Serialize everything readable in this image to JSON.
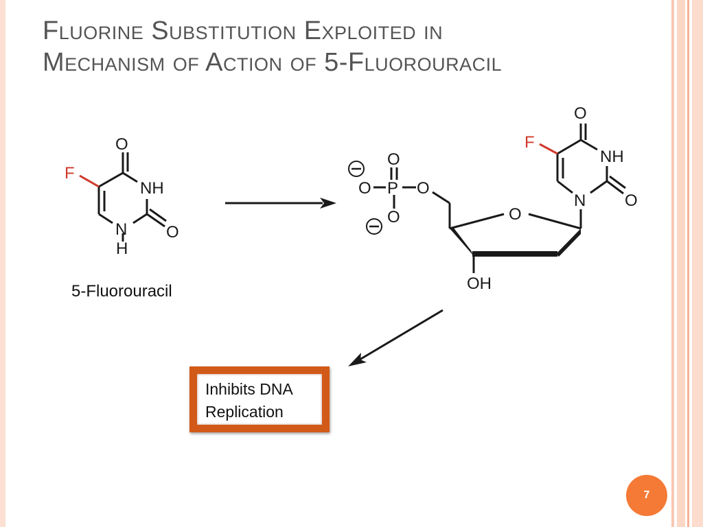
{
  "slide": {
    "title_line1": "Fluorine Substitution Exploited in",
    "title_line2": "Mechanism of Action of 5-Fluorouracil",
    "page_number": "7"
  },
  "molecule1": {
    "label": "5-Fluorouracil",
    "atoms": {
      "O": "O",
      "F": "F",
      "NH": "NH",
      "N": "N",
      "H": "H",
      "O2": "O"
    }
  },
  "molecule2": {
    "atoms": {
      "O_top": "O",
      "F": "F",
      "NH": "NH",
      "N": "N",
      "O_right": "O",
      "O_ring": "O",
      "OH": "OH",
      "P": "P",
      "O_p_top": "O",
      "O_p_left": "O",
      "O_p_right": "O",
      "O_p_bottom": "O",
      "charge1": "−",
      "charge2": "−"
    }
  },
  "result": {
    "line1": "Inhibits DNA",
    "line2": "Replication"
  },
  "colors": {
    "fluorine": "#d03a2c",
    "accent_orange": "#f47a35",
    "box_border": "#d25a18",
    "stripe": "#f9c8b2",
    "title": "#545454"
  }
}
